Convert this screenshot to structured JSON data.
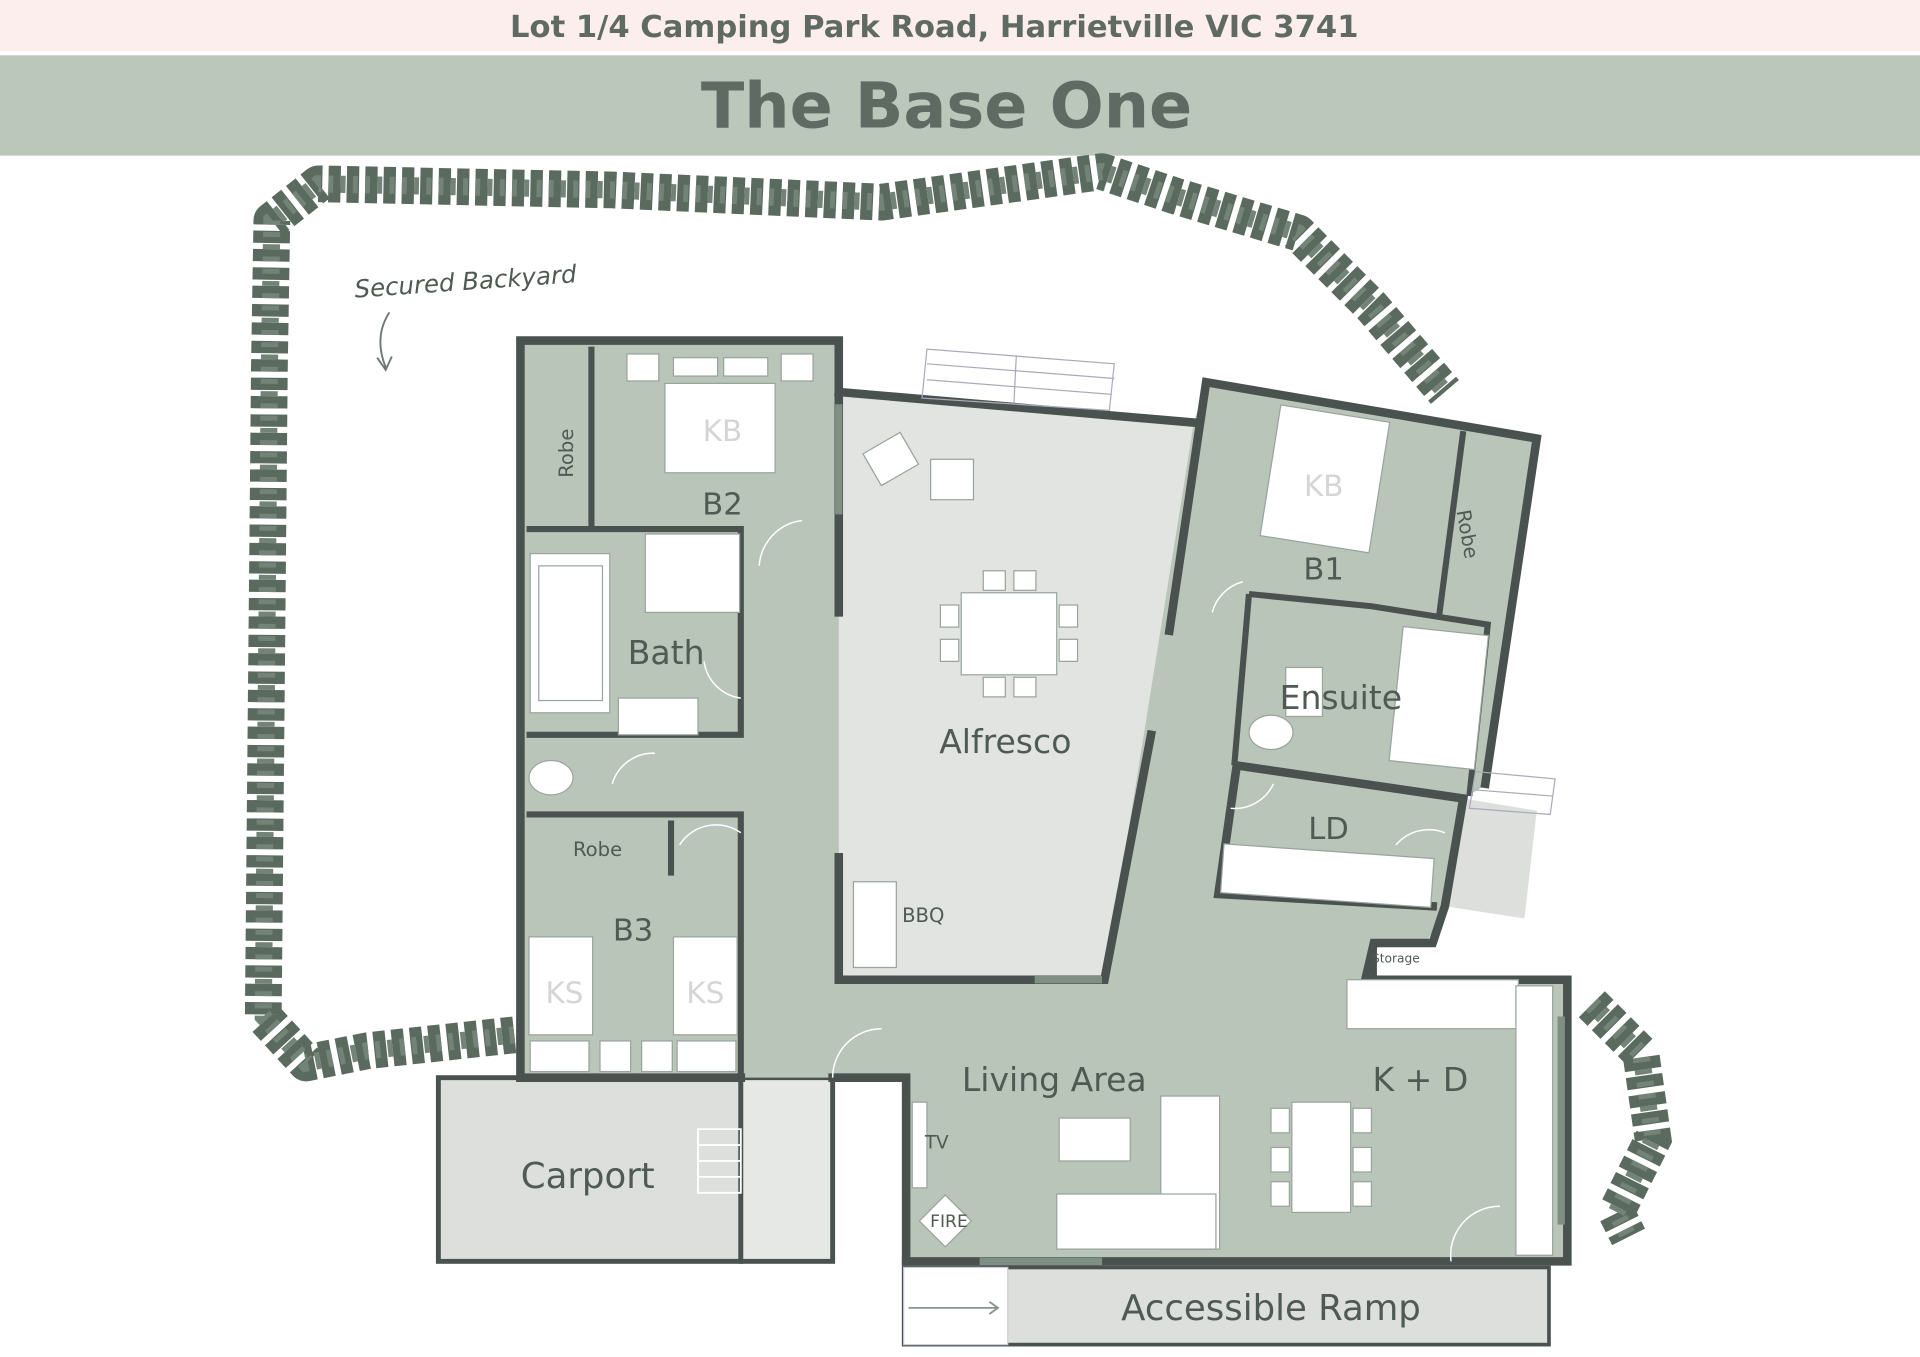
{
  "header": {
    "address": "Lot 1/4 Camping Park Road, Harrietville VIC 3741",
    "title": "The Base One"
  },
  "annotations": {
    "backyard": "Secured Backyard"
  },
  "rooms": {
    "b2": "B2",
    "b2_bed": "KB",
    "b2_robe": "Robe",
    "bath": "Bath",
    "b3": "B3",
    "b3_robe": "Robe",
    "b3_bed1": "KS",
    "b3_bed2": "KS",
    "alfresco": "Alfresco",
    "bbq": "BBQ",
    "b1": "B1",
    "b1_bed": "KB",
    "b1_robe": "Robe",
    "ensuite": "Ensuite",
    "ld": "LD",
    "storage": "Storage",
    "living": "Living Area",
    "kd": "K + D",
    "tv": "TV",
    "fire": "FIRE",
    "carport": "Carport",
    "ramp": "Accessible Ramp"
  },
  "colors": {
    "header_bg": "#fdeeee",
    "title_band": "#bcc7bc",
    "room": "#b9c5b9",
    "alfresco": "#e1e4e1",
    "wall": "#4a5250",
    "hedge": "#5a6a5f"
  }
}
